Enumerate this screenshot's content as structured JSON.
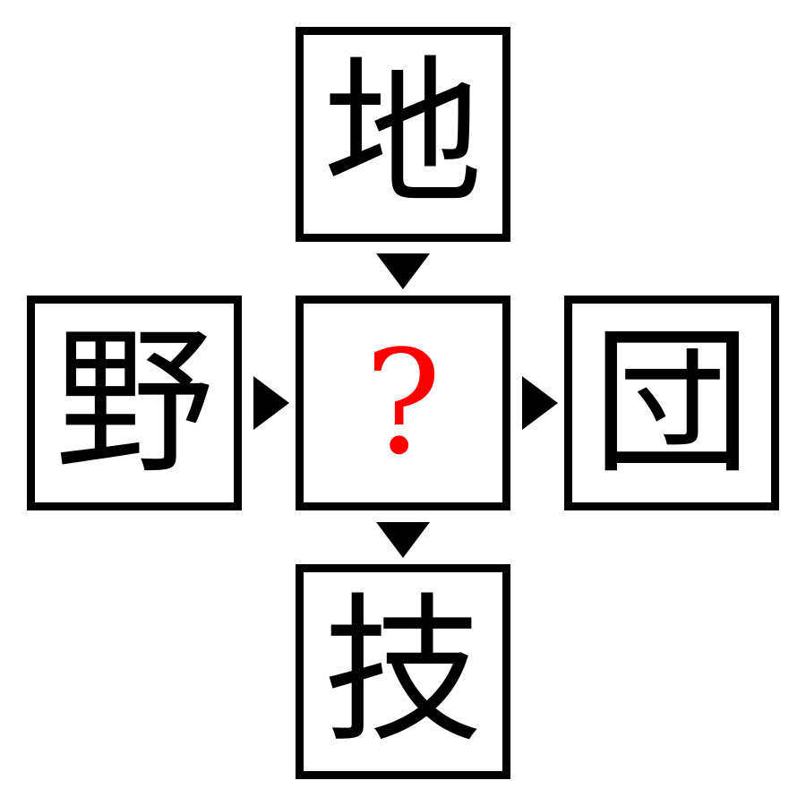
{
  "puzzle": {
    "top": "地",
    "left": "野",
    "center": "?",
    "right": "団",
    "bottom": "技"
  },
  "colors": {
    "border": "#000000",
    "text": "#000000",
    "question": "#ff0000",
    "background": "#ffffff"
  },
  "icons": {
    "arrow_down": "triangle-down-icon",
    "arrow_right": "triangle-right-icon"
  }
}
